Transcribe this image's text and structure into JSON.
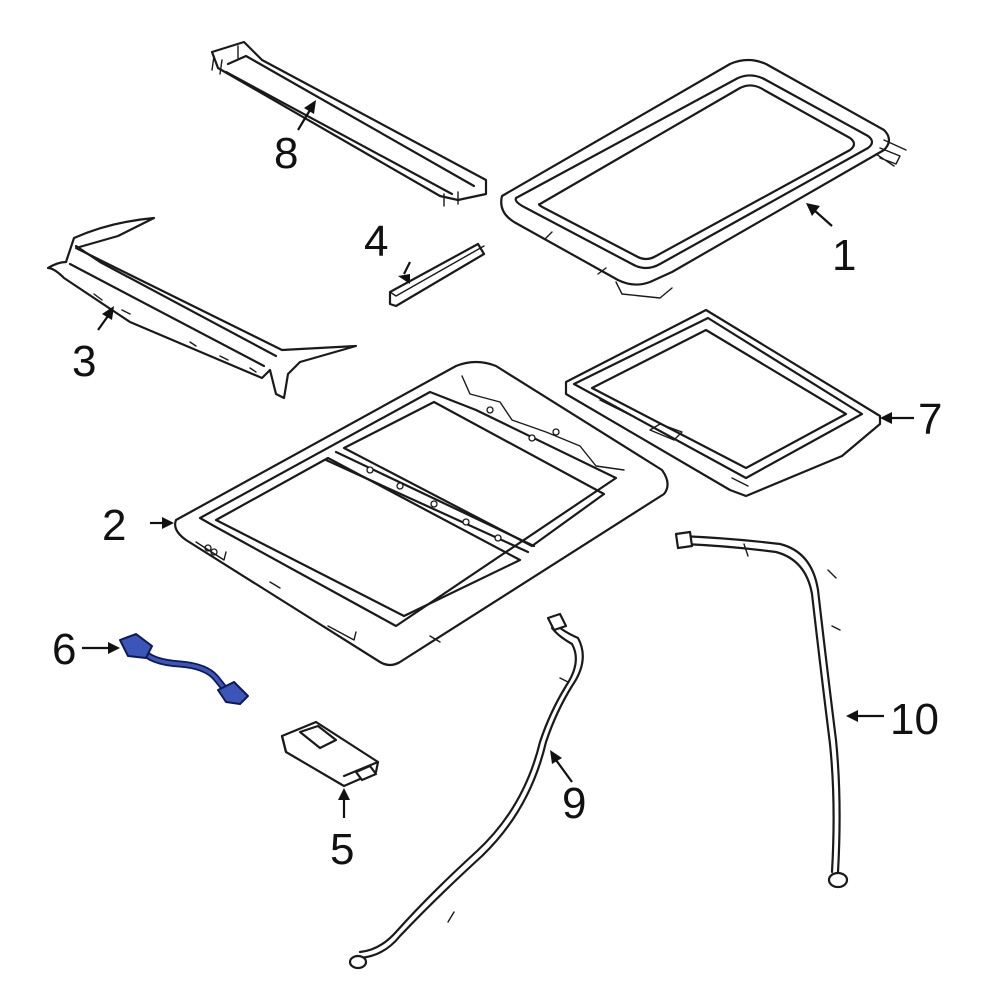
{
  "colors": {
    "line": "#1a1a1a",
    "highlight_fill": "#3b55b8",
    "highlight_outline": "#0d1a55",
    "background": "#ffffff"
  },
  "highlighted_part": "6",
  "callouts": [
    {
      "id": "c1",
      "label": "1"
    },
    {
      "id": "c2",
      "label": "2"
    },
    {
      "id": "c3",
      "label": "3"
    },
    {
      "id": "c4",
      "label": "4"
    },
    {
      "id": "c5",
      "label": "5"
    },
    {
      "id": "c6",
      "label": "6"
    },
    {
      "id": "c7",
      "label": "7"
    },
    {
      "id": "c8",
      "label": "8"
    },
    {
      "id": "c9",
      "label": "9"
    },
    {
      "id": "c10",
      "label": "10"
    }
  ]
}
